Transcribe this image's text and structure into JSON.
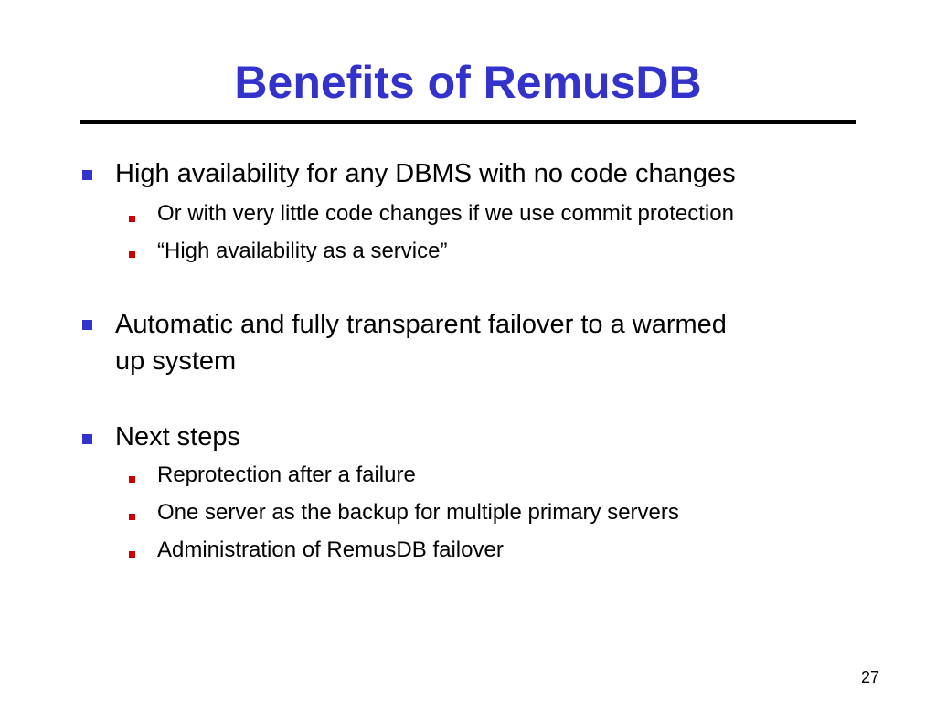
{
  "slide": {
    "title": "Benefits of RemusDB",
    "page_number": "27",
    "colors": {
      "title": "#3333cc",
      "level1_bullet": "#3333cc",
      "level2_bullet": "#cc0000",
      "rule": "#000000"
    },
    "bullets": [
      {
        "text": "High availability for any DBMS with no code changes",
        "subbullets": [
          "Or with very little code changes if we use commit protection",
          "“High availability as a service”"
        ]
      },
      {
        "text_line1": "Automatic and fully transparent failover to a warmed",
        "text_line2": "up system"
      },
      {
        "text": "Next steps",
        "subbullets": [
          "Reprotection after a failure",
          "One server as the backup for multiple primary servers",
          "Administration of RemusDB failover"
        ]
      }
    ]
  }
}
